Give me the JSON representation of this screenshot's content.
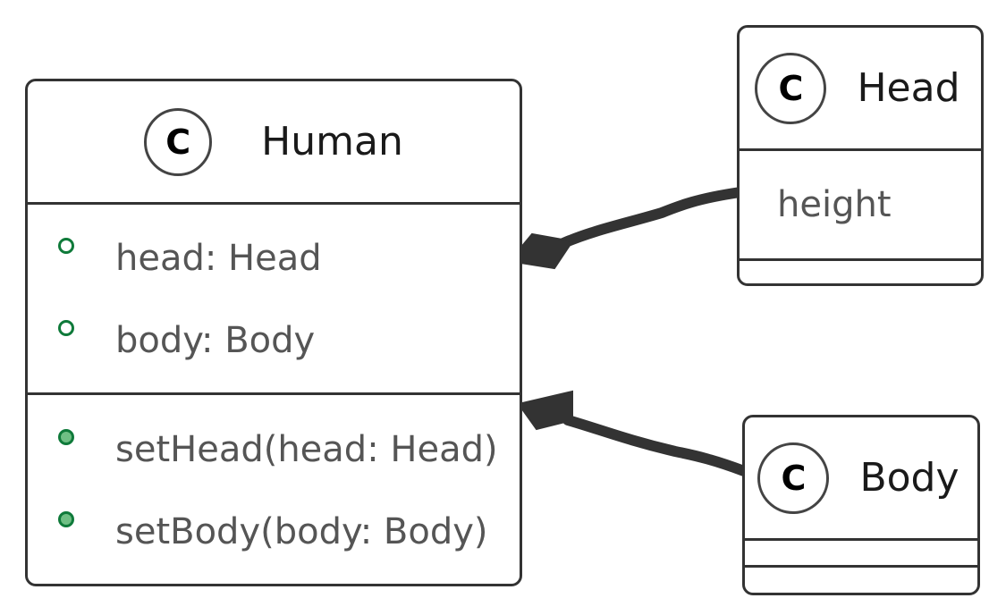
{
  "diagram": {
    "classes": {
      "human": {
        "badge": "C",
        "name": "Human",
        "fields": [
          {
            "text": "head: Head",
            "visibility_icon": "public-field-icon"
          },
          {
            "text": "body: Body",
            "visibility_icon": "public-field-icon"
          }
        ],
        "methods": [
          {
            "text": "setHead(head: Head)",
            "visibility_icon": "public-method-icon"
          },
          {
            "text": "setBody(body: Body)",
            "visibility_icon": "public-method-icon"
          }
        ]
      },
      "head": {
        "badge": "C",
        "name": "Head",
        "fields": [
          {
            "text": "height"
          }
        ]
      },
      "body": {
        "badge": "C",
        "name": "Body"
      }
    },
    "relations": [
      {
        "from": "Head",
        "to": "Human",
        "type": "composition",
        "arrow_icon": "composition-diamond-icon"
      },
      {
        "from": "Body",
        "to": "Human",
        "type": "composition",
        "arrow_icon": "composition-diamond-icon"
      }
    ],
    "colors": {
      "stroke": "#333333",
      "text": "#555555",
      "visibility_green": "#0f7a3a",
      "visibility_fill": "#6fbf84"
    }
  }
}
